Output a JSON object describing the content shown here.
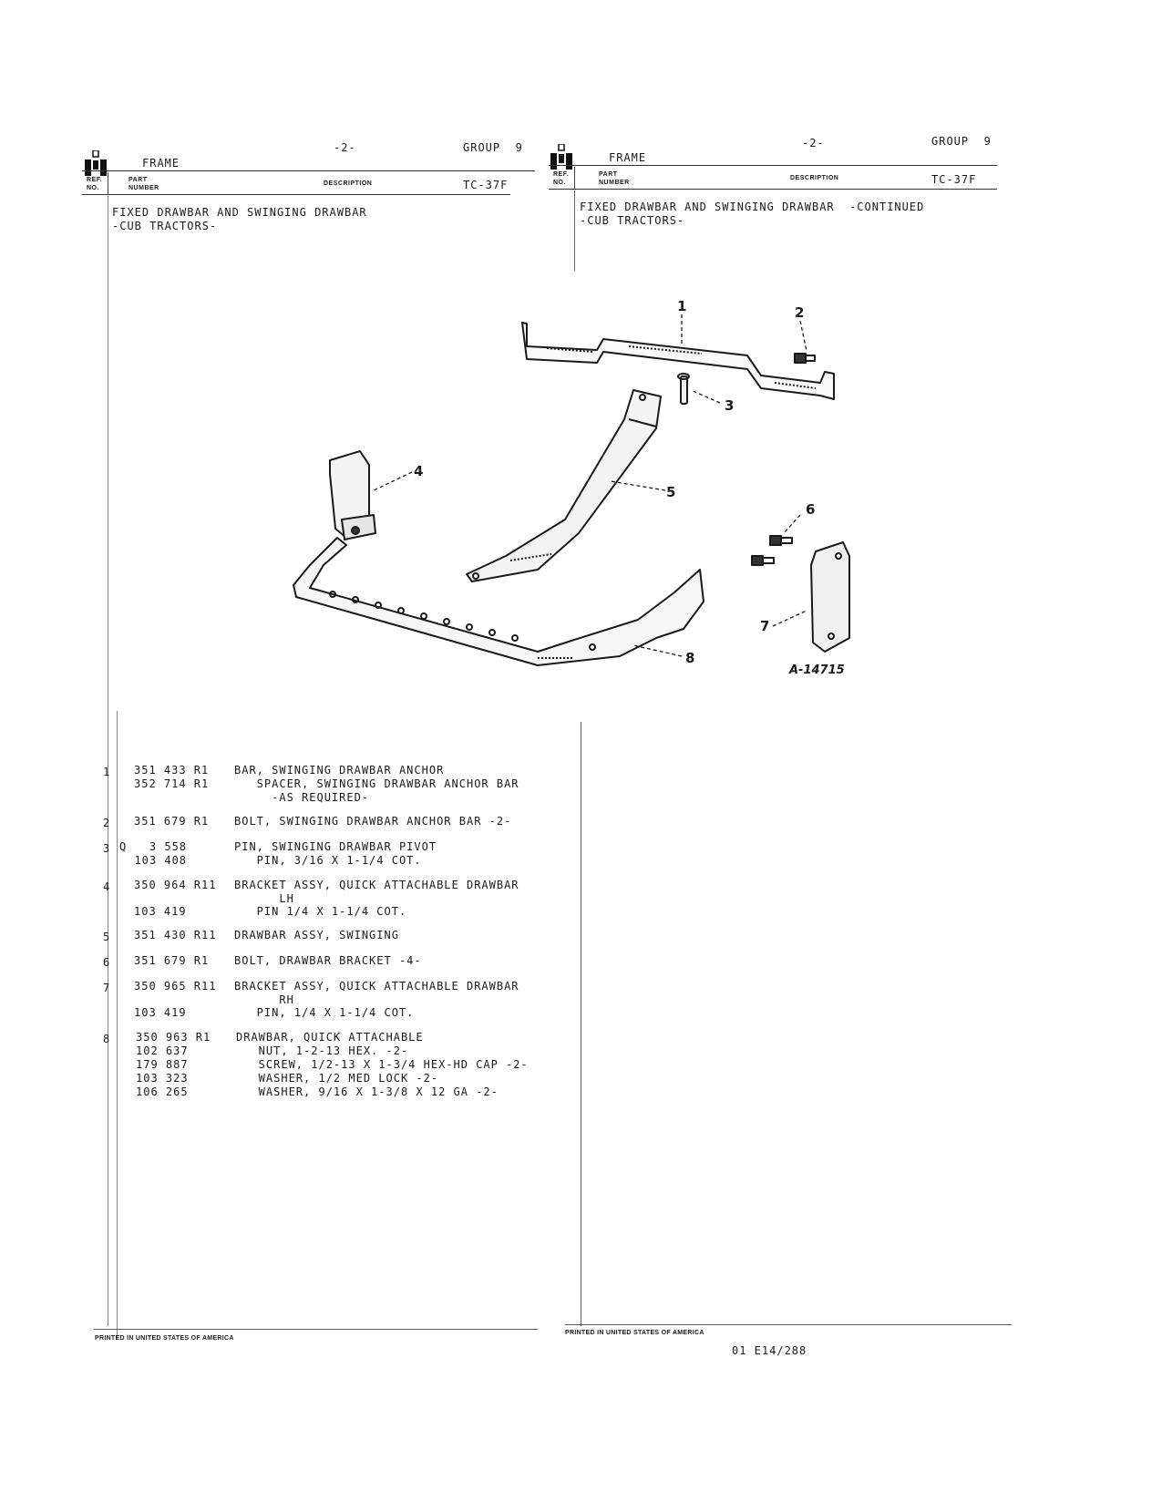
{
  "left_header": {
    "section": "FRAME",
    "page": "-2-",
    "group": "GROUP  9",
    "ref_label": "REF.\nNO.",
    "part_label": "PART\nNUMBER",
    "desc_label": "DESCRIPTION",
    "code": "TC-37F"
  },
  "right_header": {
    "section": "FRAME",
    "page": "-2-",
    "group": "GROUP  9",
    "ref_label": "REF.\nNO.",
    "part_label": "PART\nNUMBER",
    "desc_label": "DESCRIPTION",
    "code": "TC-37F"
  },
  "left_title": "FIXED DRAWBAR AND SWINGING DRAWBAR\n-CUB TRACTORS-",
  "right_title": "FIXED DRAWBAR AND SWINGING DRAWBAR  -CONTINUED\n-CUB TRACTORS-",
  "figure": {
    "id": "A-14715",
    "callouts": [
      "1",
      "2",
      "3",
      "4",
      "5",
      "6",
      "7",
      "8"
    ]
  },
  "parts": [
    {
      "ref": "1",
      "rows": [
        {
          "pn": "351 433 R1",
          "desc": "BAR, SWINGING DRAWBAR ANCHOR"
        },
        {
          "pn": "352 714 R1",
          "desc": "   SPACER, SWINGING DRAWBAR ANCHOR BAR\n     -AS REQUIRED-"
        }
      ]
    },
    {
      "ref": "2",
      "rows": [
        {
          "pn": "351 679 R1",
          "desc": "BOLT, SWINGING DRAWBAR ANCHOR BAR -2-"
        }
      ]
    },
    {
      "ref": "3",
      "rows": [
        {
          "pn": "Q   3 558",
          "desc": "PIN, SWINGING DRAWBAR PIVOT"
        },
        {
          "pn": "  103 408",
          "desc": "   PIN, 3/16 X 1-1/4 COT."
        }
      ]
    },
    {
      "ref": "4",
      "rows": [
        {
          "pn": "350 964 R11",
          "desc": "BRACKET ASSY, QUICK ATTACHABLE DRAWBAR\n      LH"
        },
        {
          "pn": "103 419",
          "desc": "   PIN 1/4 X 1-1/4 COT."
        }
      ]
    },
    {
      "ref": "5",
      "rows": [
        {
          "pn": "351 430 R11",
          "desc": "DRAWBAR ASSY, SWINGING"
        }
      ]
    },
    {
      "ref": "6",
      "rows": [
        {
          "pn": "351 679 R1",
          "desc": "BOLT, DRAWBAR BRACKET -4-"
        }
      ]
    },
    {
      "ref": "7",
      "rows": [
        {
          "pn": "350 965 R11",
          "desc": "BRACKET ASSY, QUICK ATTACHABLE DRAWBAR\n      RH"
        },
        {
          "pn": "103 419",
          "desc": "   PIN, 1/4 X 1-1/4 COT."
        }
      ]
    },
    {
      "ref": "8",
      "rows": [
        {
          "pn": "350 963 R1",
          "desc": "DRAWBAR, QUICK ATTACHABLE"
        },
        {
          "pn": "102 637",
          "desc": "   NUT, 1-2-13 HEX. -2-"
        },
        {
          "pn": "179 887",
          "desc": "   SCREW, 1/2-13 X 1-3/4 HEX-HD CAP -2-"
        },
        {
          "pn": "103 323",
          "desc": "   WASHER, 1/2 MED LOCK -2-"
        },
        {
          "pn": "106 265",
          "desc": "   WASHER, 9/16 X 1-3/8 X 12 GA -2-"
        }
      ]
    }
  ],
  "footer": {
    "left_printed": "PRINTED IN UNITED STATES OF AMERICA",
    "right_printed": "PRINTED IN UNITED STATES OF AMERICA",
    "doc_code": "01 E14/288"
  }
}
